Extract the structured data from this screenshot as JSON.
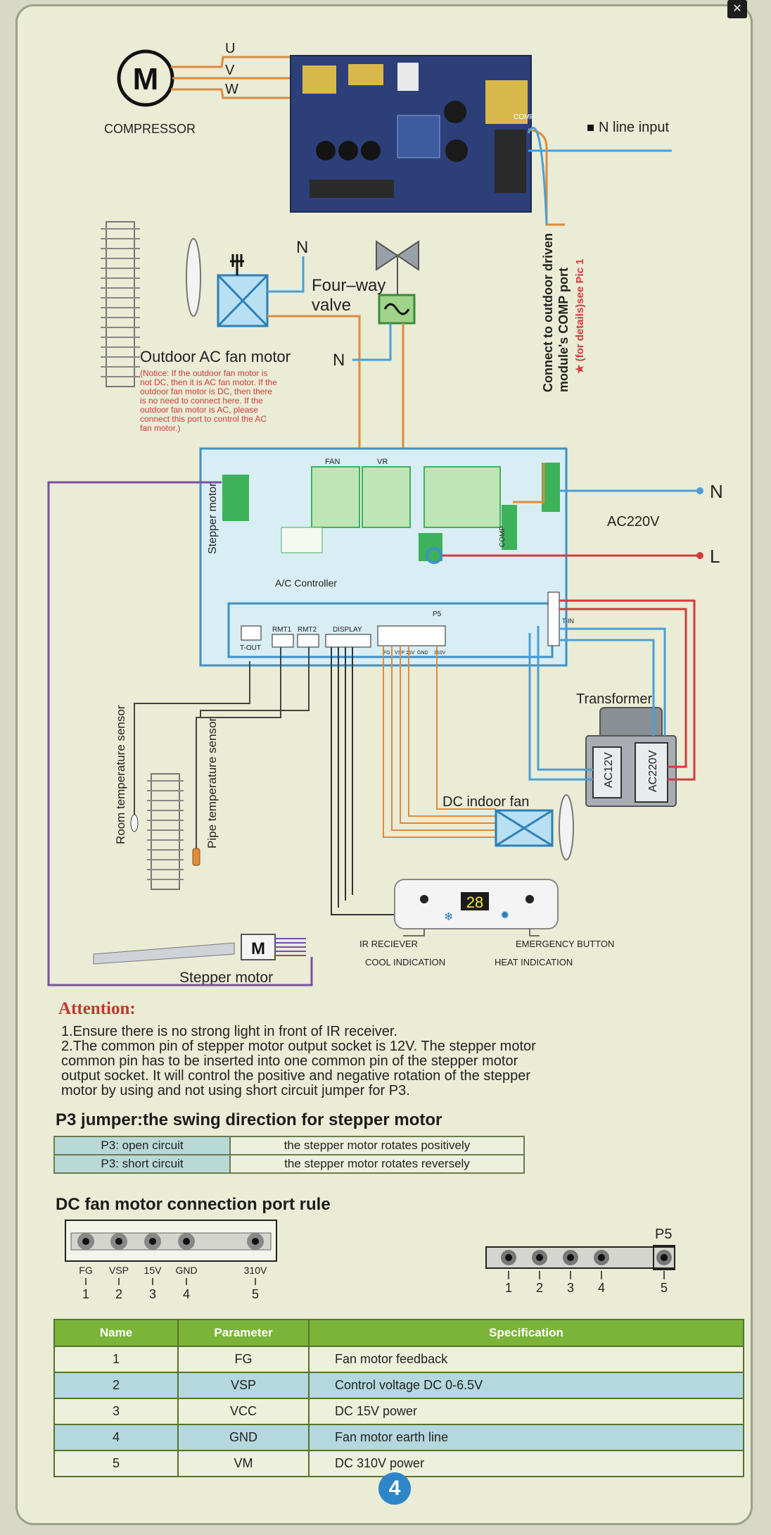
{
  "window": {
    "close_glyph": "✕"
  },
  "diagram": {
    "compressor": {
      "symbol": "M",
      "label": "COMPRESSOR",
      "phase_u": "U",
      "phase_v": "V",
      "phase_w": "W"
    },
    "n_line_input": "N line input",
    "comp_label": "COMP",
    "outdoor_fan": {
      "label": "Outdoor AC fan motor",
      "notice_lines": [
        "(Notice: If the outdoor fan motor is",
        "not DC, then it is AC fan motor. If the",
        "outdoor fan motor is DC, then there",
        "is no need to connect here. If the",
        "outdoor fan motor is AC, please",
        "connect this port to control the AC",
        "fan motor.)"
      ]
    },
    "n_label": "N",
    "four_way_valve": [
      "Four–way",
      "valve"
    ],
    "connect_note": [
      "Connect to outdoor driven",
      "module's COMP port"
    ],
    "details_note": "★ (for details)see Pic 1",
    "power": {
      "n": "N",
      "l": "L",
      "voltage": "AC220V"
    },
    "controller": {
      "label": "A/C Controller",
      "fan": "FAN",
      "vr": "VR",
      "stepper_motor": "Stepper motor",
      "t_out": "T-OUT",
      "rmt1": "RMT1",
      "rmt2": "RMT2",
      "display": "DISPLAY",
      "p5": "P5",
      "t_in": "T-IN",
      "pins": [
        "FG",
        "VSP",
        "15V",
        "GND",
        "310V"
      ]
    },
    "transformer": {
      "label": "Transformer",
      "ac12v": "AC12V",
      "ac220v": "AC220V"
    },
    "room_sensor": "Room temperature sensor",
    "pipe_sensor": "Pipe temperature sensor",
    "dc_indoor_fan": "DC indoor fan",
    "display_panel": {
      "digits": "28",
      "ir_receiver": "IR RECIEVER",
      "emergency_button": "EMERGENCY BUTTON",
      "cool_indication": "COOL INDICATION",
      "heat_indication": "HEAT INDICATION"
    },
    "stepper_motor": {
      "symbol": "M",
      "label": "Stepper motor"
    }
  },
  "attention": {
    "title": "Attention:",
    "lines": [
      "1.Ensure there is no strong light in front of IR receiver.",
      "2.The common pin of stepper motor output socket is 12V. The stepper motor",
      "common pin has to be inserted into one common pin of the stepper motor",
      "output socket. It will control the positive and negative rotation of the stepper",
      "motor by using and not using short circuit jumper for P3."
    ]
  },
  "p3": {
    "title": "P3 jumper:the swing direction for stepper motor",
    "rows": [
      {
        "state": "P3:  open circuit",
        "effect": "the stepper motor rotates positively"
      },
      {
        "state": "P3:  short circuit",
        "effect": "the stepper motor rotates reversely"
      }
    ]
  },
  "dc_rule": {
    "title": "DC fan motor connection port rule",
    "pin_names": [
      "FG",
      "VSP",
      "15V",
      "GND",
      "310V"
    ],
    "pin_numbers": [
      "1",
      "2",
      "3",
      "4",
      "5"
    ],
    "p5": "P5"
  },
  "spec": {
    "headers": [
      "Name",
      "Parameter",
      "Specification"
    ],
    "rows": [
      {
        "name": "1",
        "param": "FG",
        "spec": "Fan motor feedback"
      },
      {
        "name": "2",
        "param": "VSP",
        "spec": "Control voltage DC 0-6.5V"
      },
      {
        "name": "3",
        "param": "VCC",
        "spec": "DC 15V power"
      },
      {
        "name": "4",
        "param": "GND",
        "spec": "Fan motor earth line"
      },
      {
        "name": "5",
        "param": "VM",
        "spec": "DC 310V power"
      }
    ]
  },
  "page_number": "4",
  "colors": {
    "orange": "#e08a3c",
    "blue": "#4a9fd6",
    "red": "#d23b3b",
    "green": "#3db25b",
    "purple": "#7a4fa3",
    "table_green": "#7cb43a"
  }
}
